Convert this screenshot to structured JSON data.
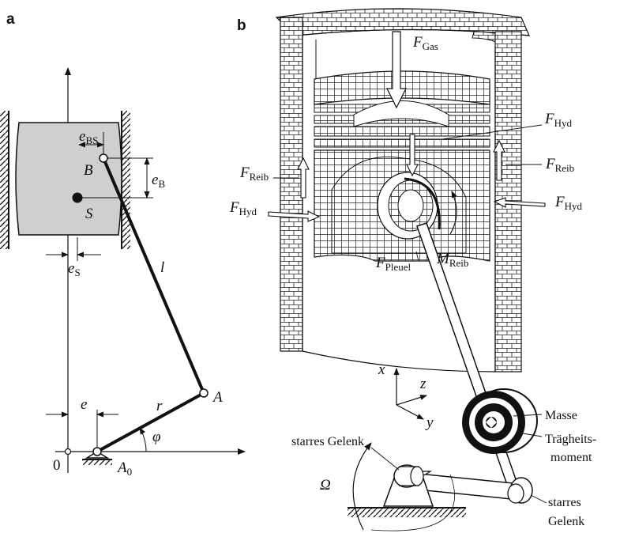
{
  "panel_a": {
    "letter": "a",
    "labels": {
      "e_BS_main": "e",
      "e_BS_sub": "BS",
      "B": "B",
      "e_B_main": "e",
      "e_B_sub": "B",
      "S": "S",
      "e_S_main": "e",
      "e_S_sub": "S",
      "l": "l",
      "r": "r",
      "A": "A",
      "e": "e",
      "phi": "φ",
      "zero": "0",
      "A0_main": "A",
      "A0_sub": "0"
    }
  },
  "panel_b": {
    "letter": "b",
    "labels": {
      "F_Gas_main": "F",
      "F_Gas_sub": "Gas",
      "F_Hyd_1_main": "F",
      "F_Hyd_1_sub": "Hyd",
      "F_Reib_r_main": "F",
      "F_Reib_r_sub": "Reib",
      "F_Reib_l_main": "F",
      "F_Reib_l_sub": "Reib",
      "F_Hyd_l_main": "F",
      "F_Hyd_l_sub": "Hyd",
      "F_Hyd_r_main": "F",
      "F_Hyd_r_sub": "Hyd",
      "F_Pleuel_main": "F",
      "F_Pleuel_sub": "Pleuel",
      "M_Reib_main": "M",
      "M_Reib_sub": "Reib",
      "x": "x",
      "z": "z",
      "y": "y",
      "masse": "Masse",
      "traegheit_1": "Trägheits-",
      "traegheit_2": "moment",
      "starres_gelenk_top": "starres Gelenk",
      "omega": "Ω",
      "starres_gelenk_r1": "starres",
      "starres_gelenk_r2": "Gelenk"
    }
  }
}
